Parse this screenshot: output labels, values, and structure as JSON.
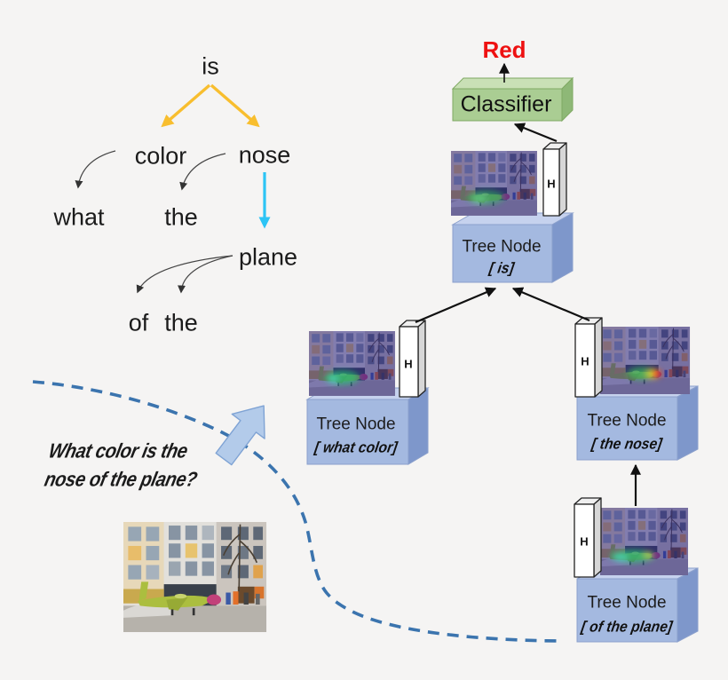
{
  "figure": {
    "background": "#F5F4F3",
    "caption_context": "tree-structured VQA model diagram"
  },
  "parse_tree": {
    "root": "is",
    "level1": {
      "left": "color",
      "right": "nose"
    },
    "level2": {
      "left": "what",
      "mid": "the",
      "right": "plane"
    },
    "level3": {
      "left": "of",
      "right": "the"
    },
    "edge_colors": {
      "root_edges": "#F8BE2E",
      "nose_plane_edge": "#2CC4F5",
      "dependency_arcs": "#4a4a4a"
    }
  },
  "question": {
    "line1": "What color is the",
    "line2": "nose of the plane?"
  },
  "answer": {
    "label": "Red",
    "color": "#EE1111"
  },
  "classifier": {
    "label": "Classifier",
    "fill": "#AACD93"
  },
  "hidden_state_label": "H",
  "tree_nodes": {
    "is": {
      "title": "Tree Node",
      "phrase": "[ is]"
    },
    "what_color": {
      "title": "Tree Node",
      "phrase": "[ what color]"
    },
    "the_nose": {
      "title": "Tree Node",
      "phrase": "[ the nose]"
    },
    "of_the_plane": {
      "title": "Tree Node",
      "phrase": "[ of the plane]"
    }
  },
  "images": {
    "original_photo": "street scene with green fighter jet with pink nose cone",
    "attention_is": "blue-tinted photo with green attention over plane",
    "attention_what_color": "blue-tinted photo with green attention on plane body",
    "attention_the_nose": "blue-tinted photo with red attention on plane nose",
    "attention_of_the_plane": "blue-tinted photo with green attention along whole plane"
  },
  "flow": {
    "dashed_curve_color": "#3B74AE",
    "block_arrow_color": "#B3CBEA",
    "tree_node_fill": "#A4B9E0"
  }
}
